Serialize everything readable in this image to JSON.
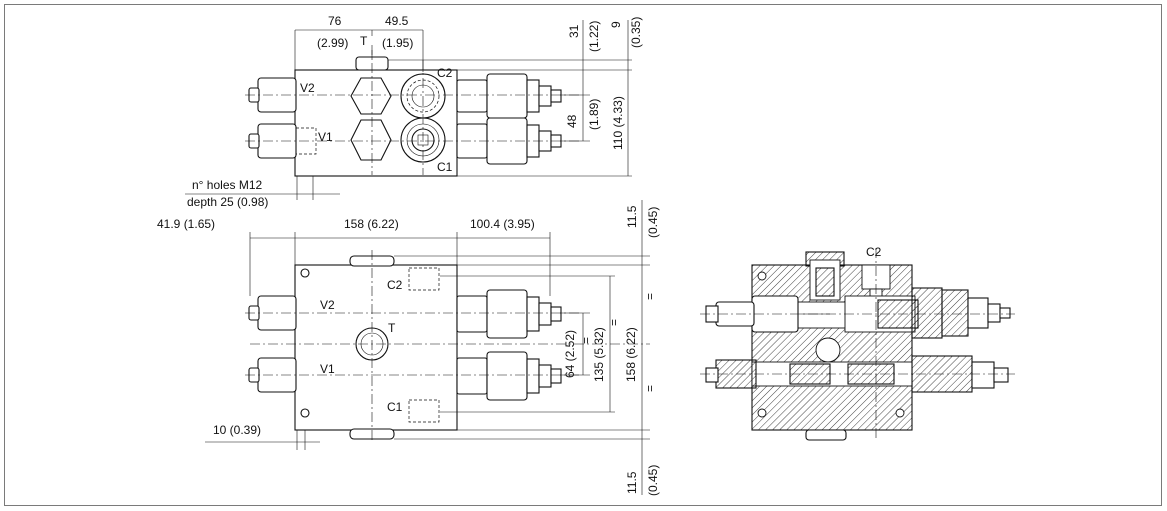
{
  "top_view": {
    "dims": {
      "w76": "76",
      "w76_in": "(2.99)",
      "w49": "49.5",
      "w49_in": "(1.95)",
      "d31": "31",
      "d31_in": "(1.22)",
      "d9": "9",
      "d9_in": "(0.35)",
      "d48": "48",
      "d48_in": "(1.89)",
      "d110": "110 (4.33)"
    },
    "port_t": "T",
    "port_c2": "C2",
    "port_c1": "C1",
    "port_v2": "V2",
    "port_v1": "V1",
    "holes_line1": "n° holes M12",
    "holes_line2": "depth 25 (0.98)"
  },
  "front_view": {
    "dims": {
      "d41": "41.9 (1.65)",
      "d158w": "158 (6.22)",
      "d100": "100.4 (3.95)",
      "d11a": "11.5",
      "d11a_in": "(0.45)",
      "d11b": "11.5",
      "d11b_in": "(0.45)",
      "d64": "64 (2.52)",
      "d135": "135 (5.32)",
      "d158h": "158 (6.22)",
      "d10": "10 (0.39)",
      "eq": "="
    },
    "port_c2": "C2",
    "port_c1": "C1",
    "port_v2": "V2",
    "port_v1": "V1",
    "port_t": "T"
  },
  "section_view": {
    "port_c2": "C2"
  }
}
